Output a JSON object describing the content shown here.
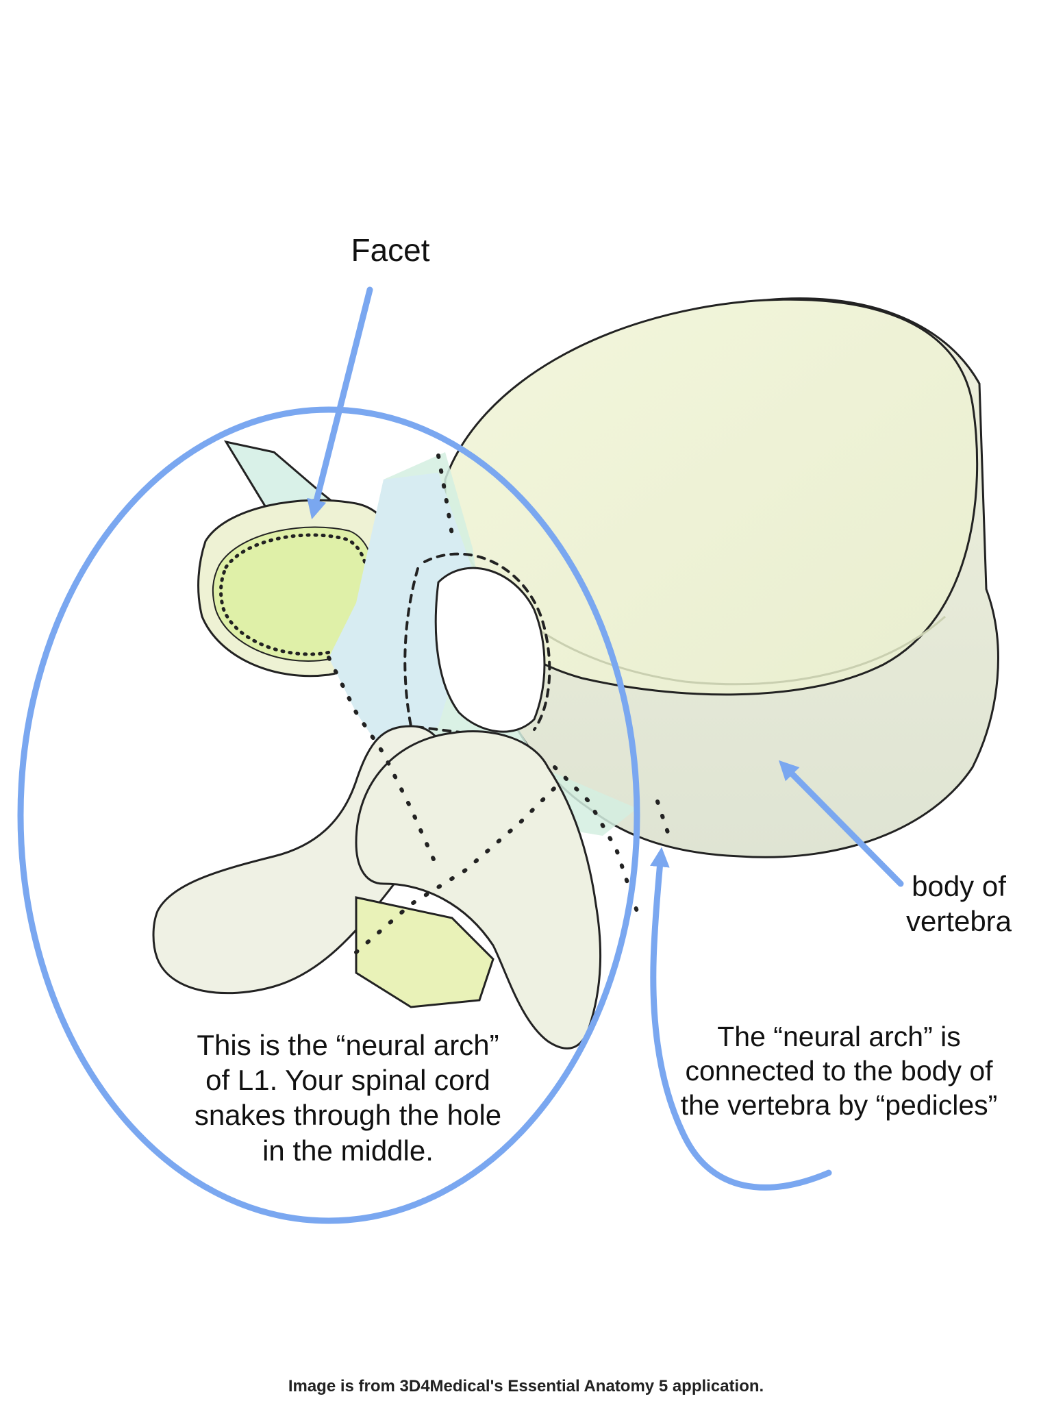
{
  "labels": {
    "facet": "Facet",
    "body_of_vertebra": "body of vertebra",
    "neural_arch": "This is the “neural arch” of L1. Your spinal cord snakes through the hole in the middle.",
    "pedicles": "The “neural arch” is connected to the body of the vertebra by “pedicles”",
    "credit": "Image is from 3D4Medical's Essential Anatomy 5 application."
  },
  "colors": {
    "annotation_blue": "#7aa7f0",
    "bone": "#eef2d4",
    "facet_green": "#dff0a8",
    "pedicle_cyan": "#cdeef0",
    "outline": "#222222"
  }
}
